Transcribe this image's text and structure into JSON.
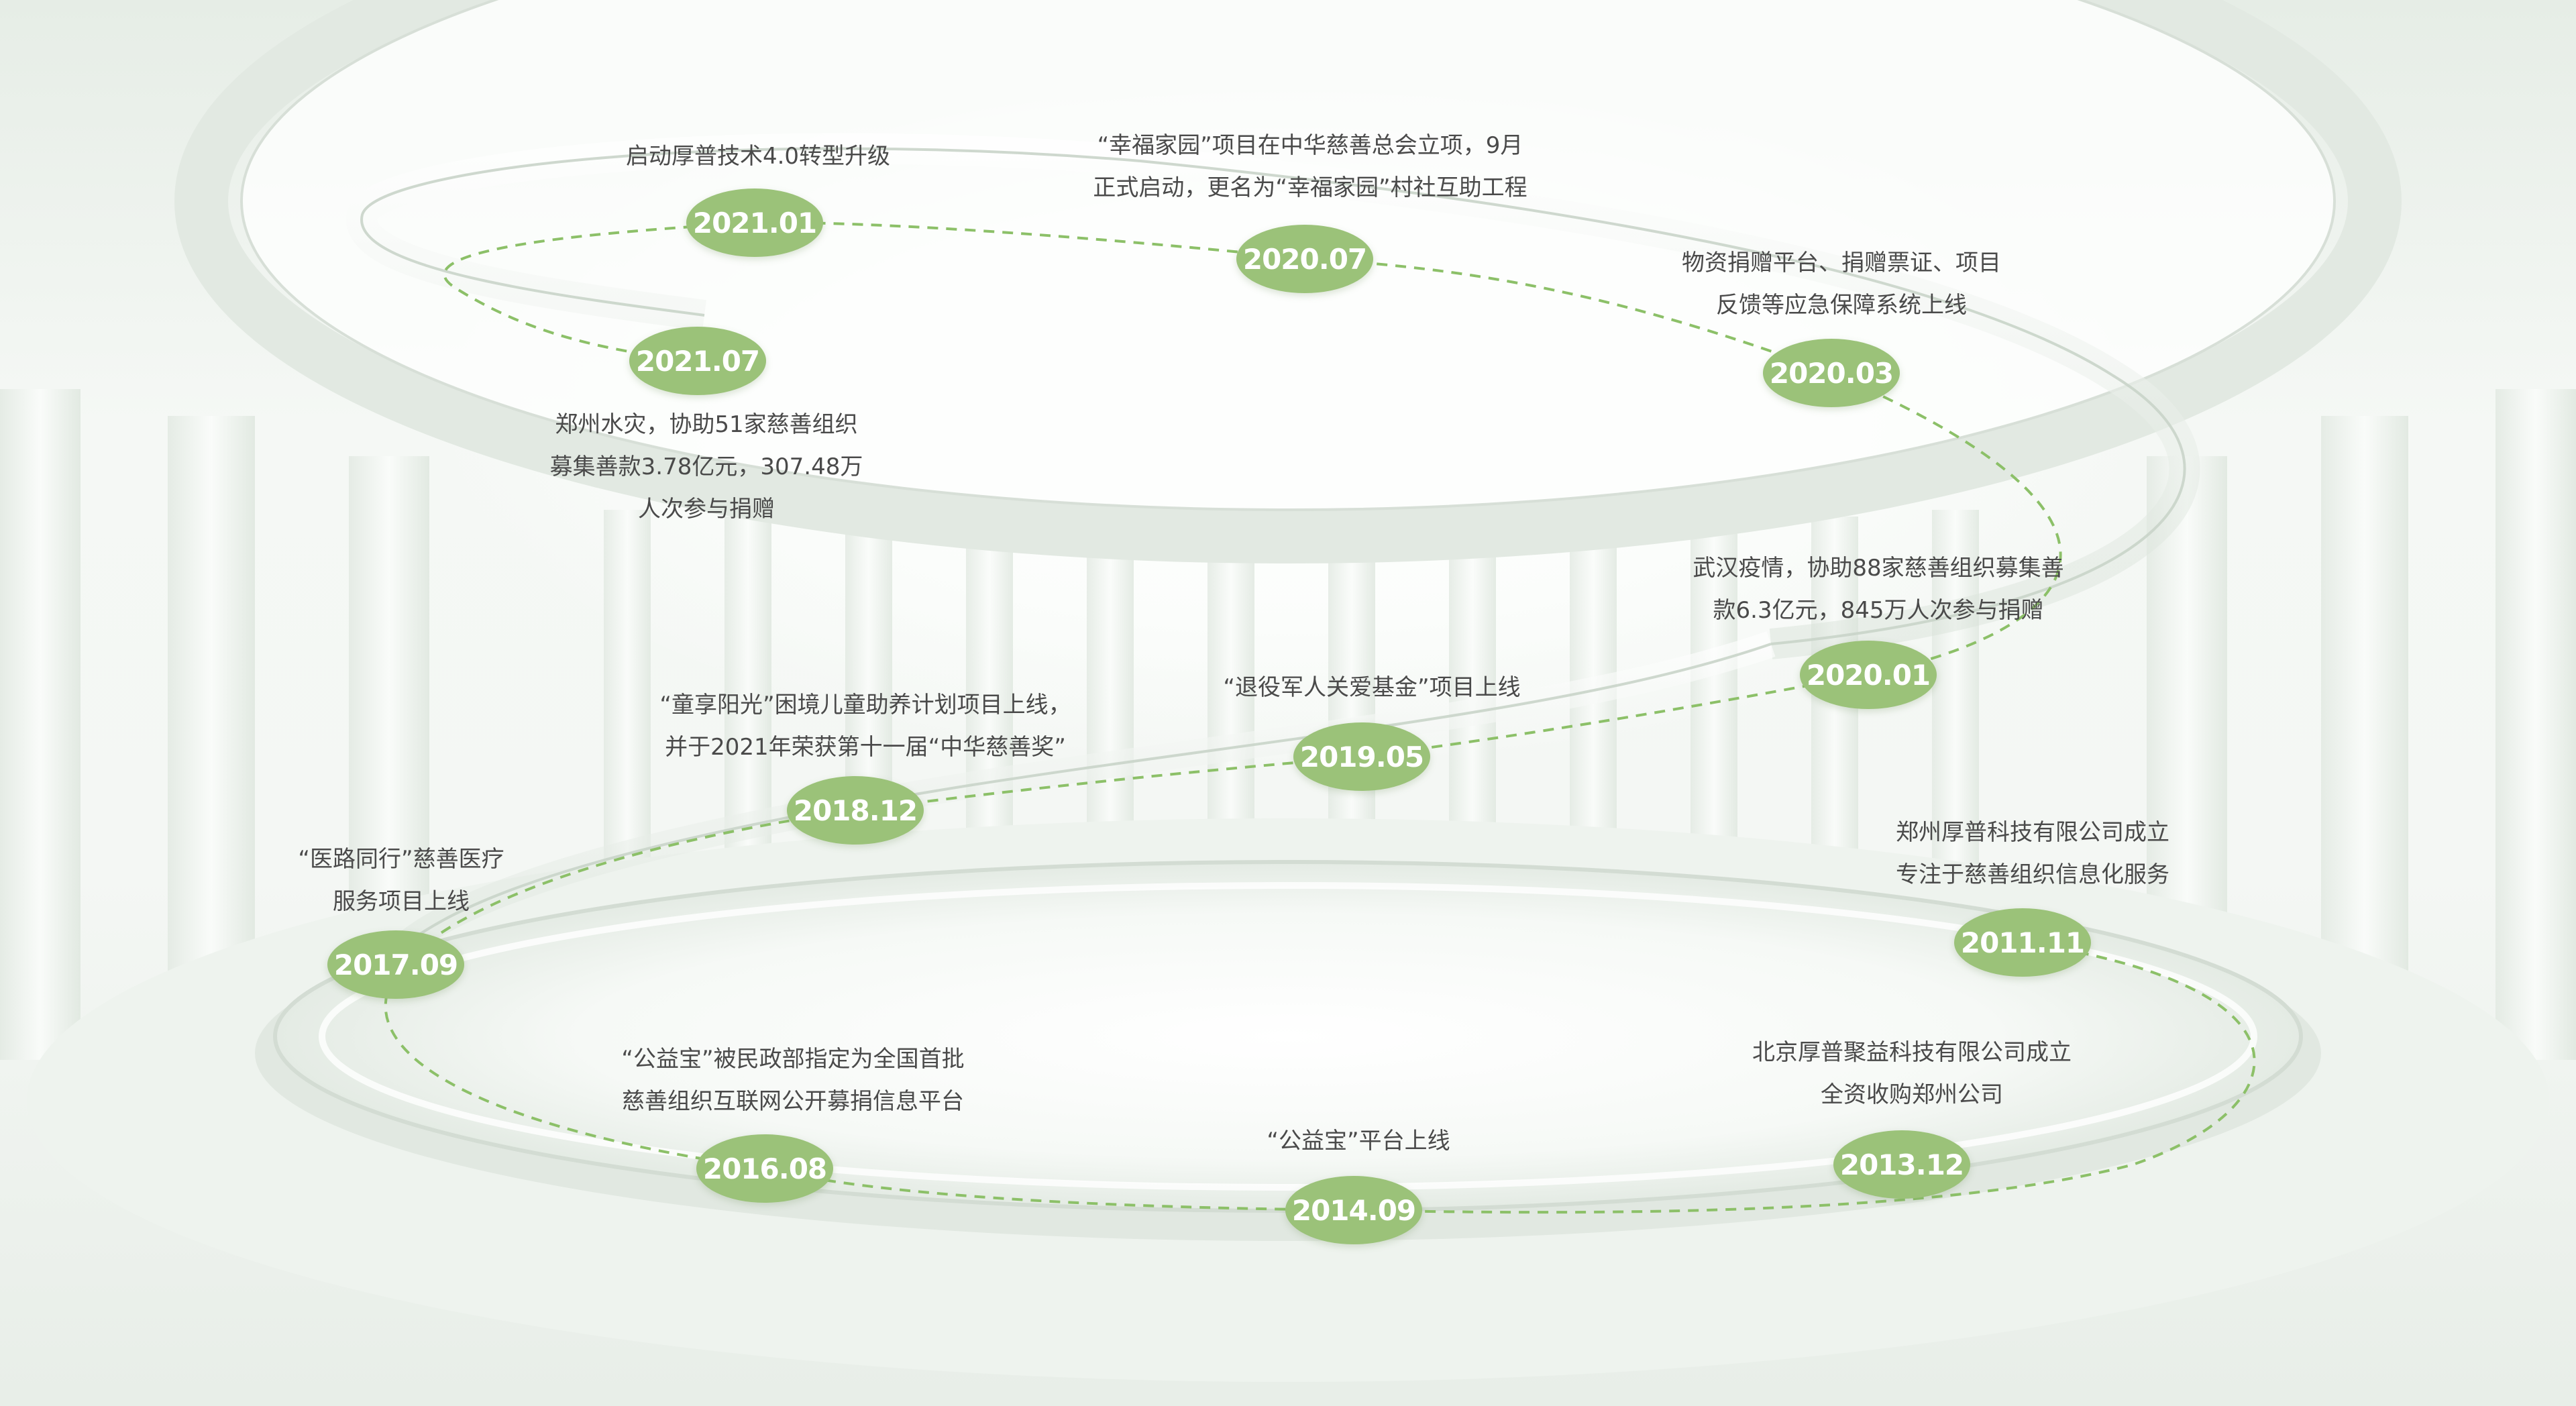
{
  "colors": {
    "badge": "#9bc279",
    "badge_text": "#ffffff",
    "dashed_path": "#8cc068",
    "text": "#4a4a4a"
  },
  "milestones": [
    {
      "id": "2011-11",
      "date": "2011.11",
      "lines": [
        "郑州厚普科技有限公司成立",
        "专注于慈善组织信息化服务"
      ]
    },
    {
      "id": "2013-12",
      "date": "2013.12",
      "lines": [
        "北京厚普聚益科技有限公司成立",
        "全资收购郑州公司"
      ]
    },
    {
      "id": "2014-09",
      "date": "2014.09",
      "lines": [
        "“公益宝”平台上线"
      ]
    },
    {
      "id": "2016-08",
      "date": "2016.08",
      "lines": [
        "“公益宝”被民政部指定为全国首批",
        "慈善组织互联网公开募捐信息平台"
      ]
    },
    {
      "id": "2017-09",
      "date": "2017.09",
      "lines": [
        "“医路同行”慈善医疗",
        "服务项目上线"
      ]
    },
    {
      "id": "2018-12",
      "date": "2018.12",
      "lines": [
        "“童享阳光”困境儿童助养计划项目上线，",
        "并于2021年荣获第十一届“中华慈善奖”"
      ]
    },
    {
      "id": "2019-05",
      "date": "2019.05",
      "lines": [
        "“退役军人关爱基金”项目上线"
      ]
    },
    {
      "id": "2020-01",
      "date": "2020.01",
      "lines": [
        "武汉疫情，协助88家慈善组织募集善",
        "款6.3亿元，845万人次参与捐赠"
      ]
    },
    {
      "id": "2020-03",
      "date": "2020.03",
      "lines": [
        "物资捐赠平台、捐赠票证、项目",
        "反馈等应急保障系统上线"
      ]
    },
    {
      "id": "2020-07",
      "date": "2020.07",
      "lines": [
        "“幸福家园”项目在中华慈善总会立项，9月",
        "正式启动，更名为“幸福家园”村社互助工程"
      ]
    },
    {
      "id": "2021-01",
      "date": "2021.01",
      "lines": [
        "启动厚普技术4.0转型升级"
      ]
    },
    {
      "id": "2021-07",
      "date": "2021.07",
      "lines": [
        "郑州水灾，协助51家慈善组织",
        "募集善款3.78亿元，307.48万",
        "人次参与捐赠"
      ]
    }
  ]
}
